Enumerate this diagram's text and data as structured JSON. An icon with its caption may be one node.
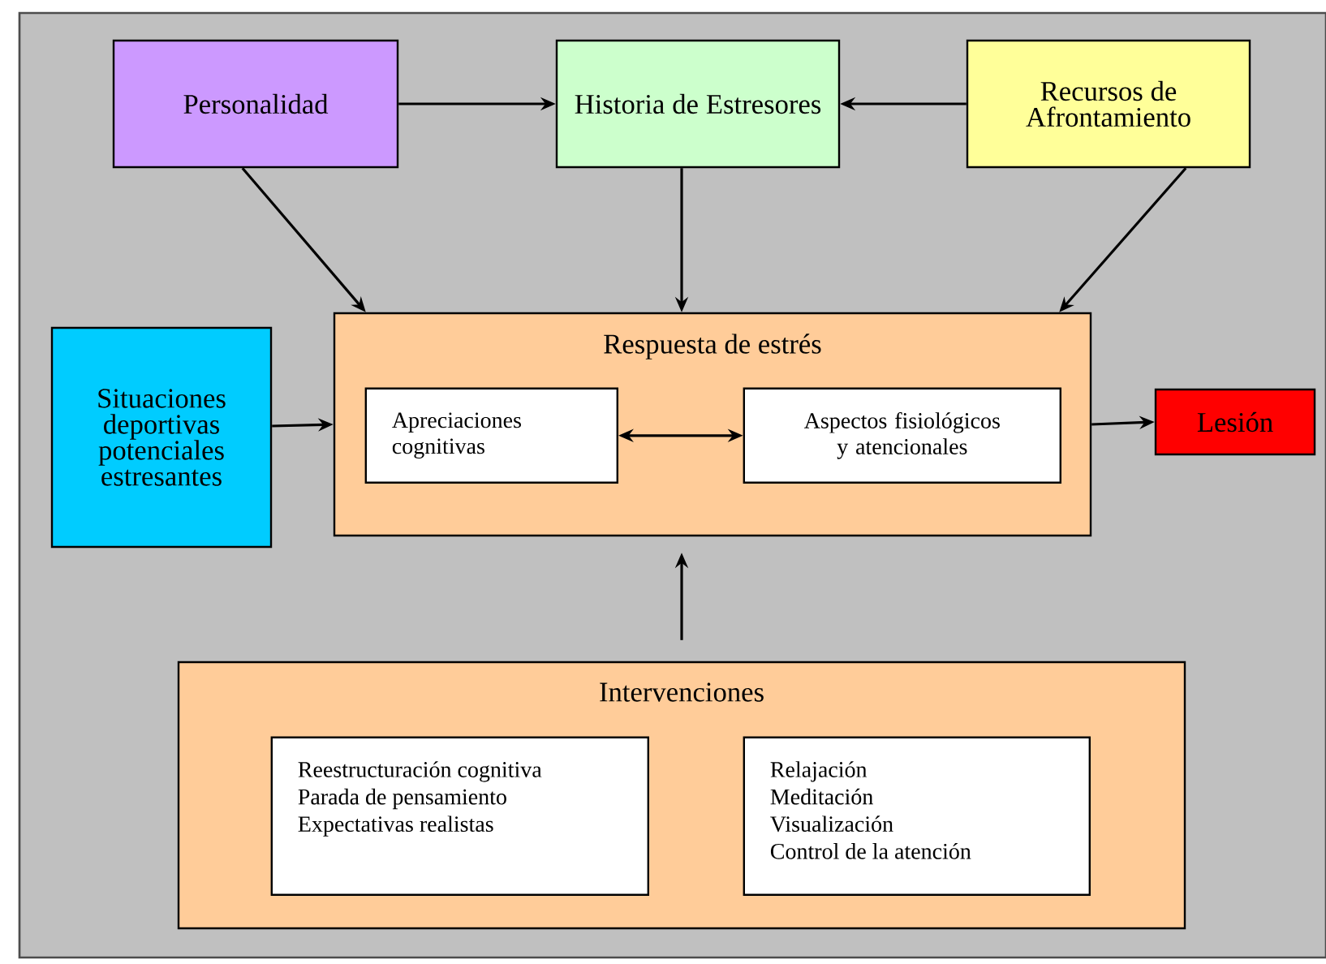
{
  "diagram": {
    "nodes": [
      {
        "text": [
          "Personalidad"
        ]
      },
      {
        "text": [
          "Historia de Estresores"
        ]
      },
      {
        "text": [
          "Recursos de Afrontamiento"
        ]
      },
      {
        "text": [
          "Situaciones deportivas potenciales estresantes"
        ]
      },
      {
        "text": [
          "Respuesta de estrés"
        ]
      },
      {
        "text": [
          "Apreciaciones cognitivas"
        ],
        "in": 4
      },
      {
        "text": [
          "Aspectos fisiológicos y atencionales"
        ],
        "in": 4
      },
      {
        "text": [
          "Lesión"
        ]
      },
      {
        "text": [
          "Intervenciones"
        ]
      },
      {
        "text": [
          "Reestructuración cognitiva",
          "Parada de pensamiento",
          "Expectativas realistas"
        ],
        "in": 8
      },
      {
        "text": [
          "Relajación",
          "Meditación",
          "Visualización",
          "Control de la atención"
        ],
        "in": 8
      }
    ],
    "edges": [
      {
        "from": 0,
        "to": 1,
        "arrow": "to"
      },
      {
        "from": 2,
        "to": 1,
        "arrow": "to"
      },
      {
        "from": 0,
        "to": 4,
        "arrow": "to"
      },
      {
        "from": 1,
        "to": 4,
        "arrow": "to"
      },
      {
        "from": 2,
        "to": 4,
        "arrow": "to"
      },
      {
        "from": 3,
        "to": 4,
        "arrow": "to"
      },
      {
        "from": 5,
        "to": 6,
        "arrow": "both"
      },
      {
        "from": 4,
        "to": 7,
        "arrow": "to"
      },
      {
        "from": 8,
        "to": 4,
        "arrow": "to"
      }
    ]
  }
}
